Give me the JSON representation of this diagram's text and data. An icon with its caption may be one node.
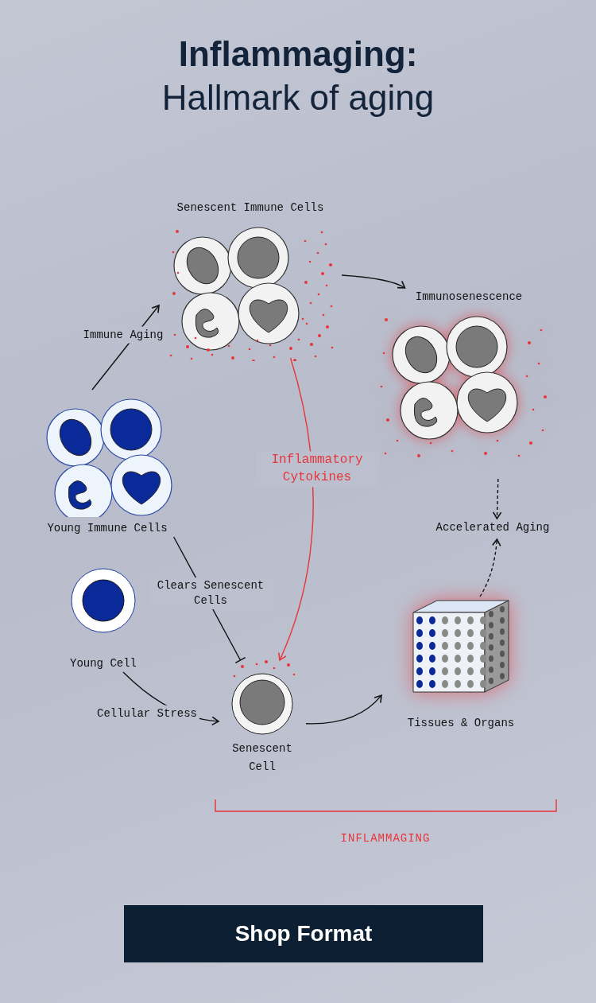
{
  "diagram": {
    "title": "**Inflammaging:** Hallmark of aging",
    "nodes": [
      {
        "text": [
          "Senescent Immune Cells"
        ]
      },
      {
        "text": [
          "Immunosenescence"
        ]
      },
      {
        "text": [
          "Young Immune Cells"
        ]
      },
      {
        "text": [
          "Accelerated Aging"
        ]
      },
      {
        "text": [
          "Young Cell"
        ]
      },
      {
        "text": [
          "Senescent Cell"
        ]
      },
      {
        "text": [
          "Tissues & Organs"
        ]
      }
    ],
    "edges": [
      {
        "from": 2,
        "to": 0,
        "arrow": "to",
        "label": "Immune Aging"
      },
      {
        "from": 0,
        "to": 1,
        "arrow": "to"
      },
      {
        "from": 0,
        "to": 5,
        "arrow": "to",
        "label": "Inflammatory Cytokines",
        "color": "#e8353b"
      },
      {
        "from": 1,
        "to": 3,
        "arrow": "to",
        "style": "dashed"
      },
      {
        "from": 6,
        "to": 3,
        "arrow": "to",
        "style": "dashed"
      },
      {
        "from": 2,
        "to": 5,
        "arrow": "other",
        "label": "Clears Senescent Cells"
      },
      {
        "from": 4,
        "to": 5,
        "arrow": "to",
        "label": "Cellular Stress"
      },
      {
        "from": 5,
        "to": 6,
        "arrow": "to"
      }
    ],
    "labels": [
      "INFLAMMAGING",
      "Shop Format"
    ]
  }
}
